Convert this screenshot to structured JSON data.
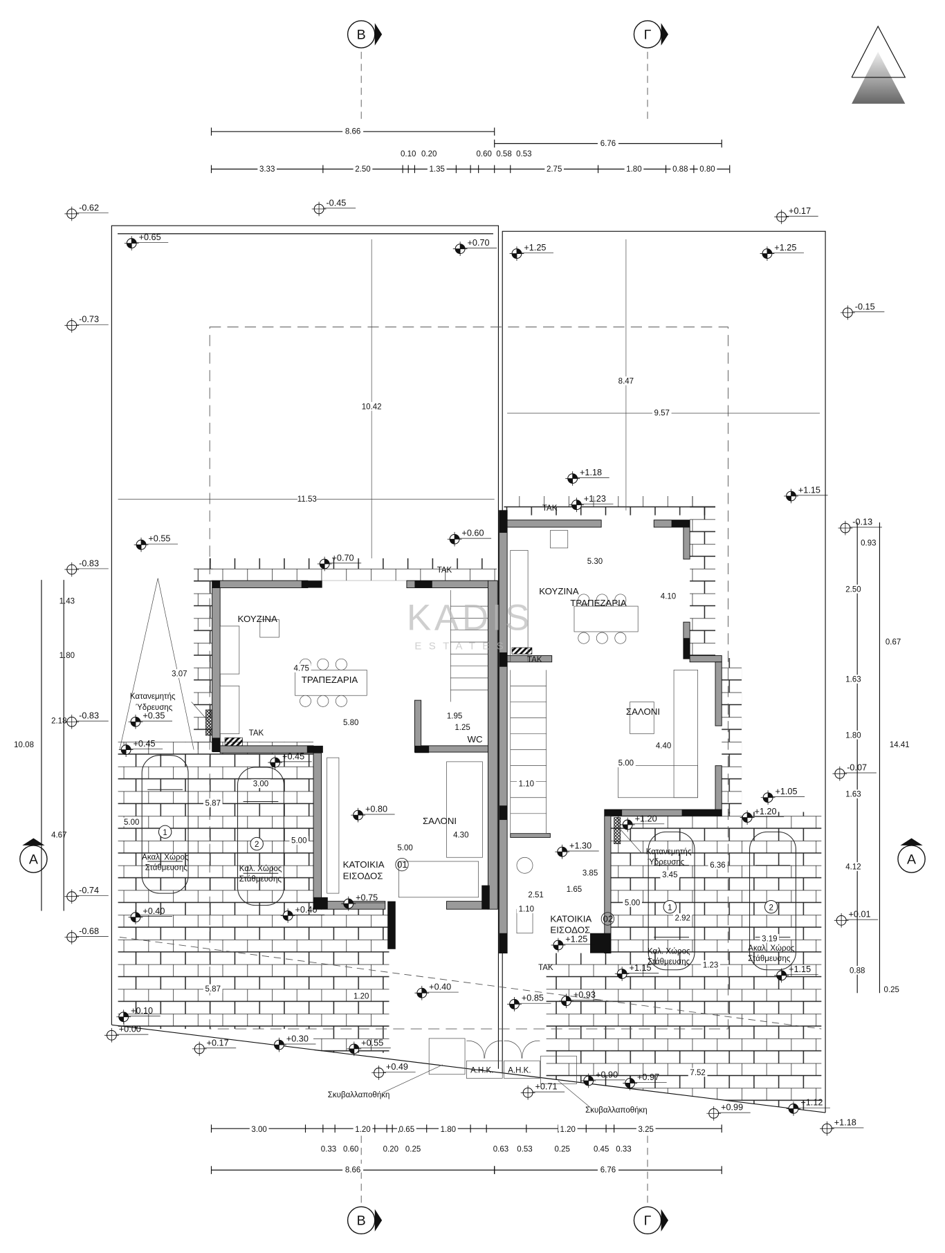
{
  "section_markers": {
    "b": "Β",
    "g": "Γ",
    "a": "Α"
  },
  "watermark": {
    "brand": "KADIS",
    "sub": "ESTATES"
  },
  "dimensions": {
    "top_overall": [
      "8.66",
      "6.76"
    ],
    "top": [
      "3.33",
      "2.50",
      "0.10",
      "0.20",
      "1.35",
      "0.60",
      "0.58",
      "0.53",
      "2.75",
      "1.80",
      "0.88",
      "0.80"
    ],
    "bottom": [
      "3.00",
      "1.20",
      "0.65",
      "1.80",
      "1.20",
      "3.25"
    ],
    "bottom_small": [
      "0.33",
      "0.60",
      "0.20",
      "0.25",
      "0.63",
      "0.53",
      "0.25",
      "0.45",
      "0.33"
    ],
    "bottom_overall": [
      "8.66",
      "6.76"
    ],
    "left": [
      "1.43",
      "1.80",
      "10.08",
      "2.18",
      "4.67"
    ],
    "right": [
      "0.93",
      "2.50",
      "0.67",
      "1.63",
      "1.80",
      "14.41",
      "1.63",
      "4.12",
      "0.88",
      "0.25"
    ],
    "interior": [
      "10.42",
      "8.47",
      "9.57",
      "11.53",
      "3.07",
      "4.75",
      "5.80",
      "1.95",
      "1.25",
      "3.00",
      "5.87",
      "5.00",
      "5.00",
      "4.30",
      "5.00",
      "5.87",
      "1.20",
      "5.30",
      "4.10",
      "4.40",
      "5.00",
      "1.10",
      "6.36",
      "3.45",
      "3.85",
      "2.51",
      "1.65",
      "1.10",
      "5.00",
      "2.92",
      "3.19",
      "1.23",
      "7.52"
    ]
  },
  "elevations": [
    "-0.62",
    "-0.45",
    "+0.17",
    "+0.65",
    "+0.70",
    "+1.25",
    "+1.25",
    "-0.73",
    "-0.15",
    "+1.18",
    "+1.23",
    "+1.15",
    "+0.55",
    "+0.60",
    "+0.70",
    "-0.83",
    "-0.13",
    "+0.35",
    "-0.83",
    "+0.45",
    "+0.45",
    "+0.80",
    "-0.07",
    "+1.05",
    "+1.20",
    "+1.20",
    "+1.30",
    "+0.75",
    "+0.40",
    "+0.40",
    "-0.74",
    "-0.68",
    "+0.01",
    "+1.25",
    "+1.15",
    "+1.15",
    "+0.40",
    "+0.85",
    "+0.93",
    "+0.10",
    "+0.00",
    "+0.30",
    "+0.17",
    "+0.55",
    "+0.49",
    "+0.90",
    "+0.97",
    "+0.71",
    "+0.99",
    "+1.12",
    "+1.18"
  ],
  "rooms": {
    "kitchen": "ΚΟΥΖΙΝΑ",
    "dining": "ΤΡΑΠΕΖΑΡΙΑ",
    "living": "ΣΑΛΟΝΙ",
    "wc": "WC",
    "house1": "ΚΑΤΟΙΚΙΑ",
    "house1_no": "01",
    "house2": "ΚΑΤΟΙΚΙΑ",
    "house2_no": "02",
    "entrance": "ΕΙΣΟΔΟΣ"
  },
  "labels": {
    "tak": "ΤΑΚ",
    "water_dist_1": "Κατανεμητής",
    "water_dist_2": "Ύδρευσης",
    "uncovered_parking_1": "Ακαλ. Χώρος",
    "covered_parking_1": "Καλ. Χώρος",
    "parking_2": "Στάθμευσης",
    "garbage_store": "Σκυβαλλαποθήκη",
    "ahk": "Α.Η.Κ.",
    "car_1": "1",
    "car_2": "2"
  }
}
